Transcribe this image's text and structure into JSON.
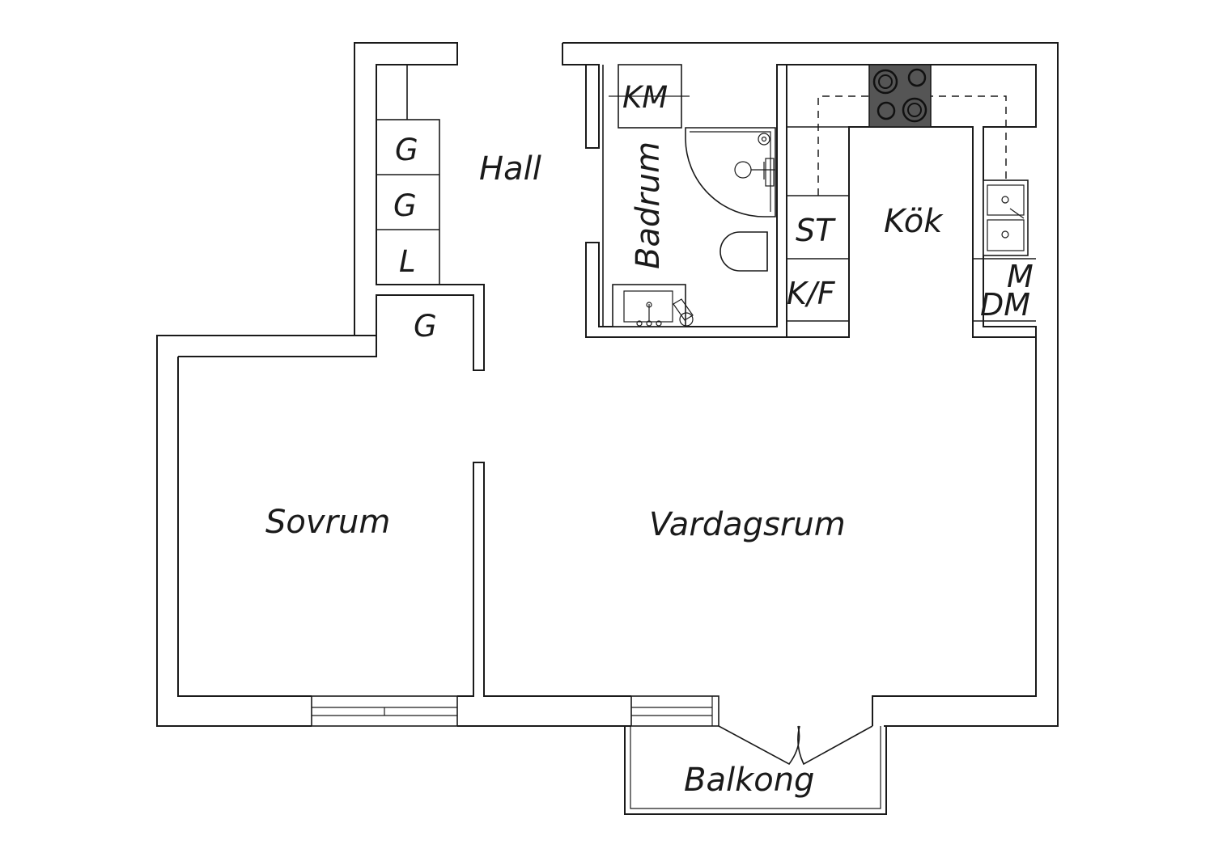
{
  "rooms": {
    "hall": "Hall",
    "badrum": "Badrum",
    "kok": "Kök",
    "sovrum": "Sovrum",
    "vardagsrum": "Vardagsrum",
    "balkong": "Balkong"
  },
  "fixtures": {
    "km": "KM",
    "g1": "G",
    "g2": "G",
    "l": "L",
    "g3": "G",
    "st": "ST",
    "kf": "K/F",
    "m": "M",
    "dm": "DM"
  },
  "colors": {
    "line": "#1a1a1a",
    "stove": "#555555",
    "background": "#ffffff"
  }
}
